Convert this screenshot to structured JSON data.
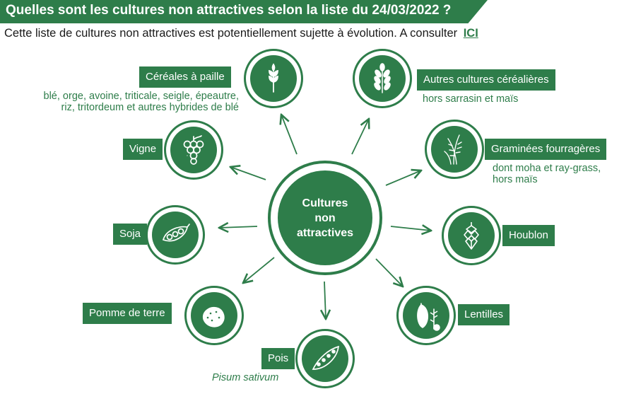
{
  "header": {
    "title": "Quelles sont les cultures non attractives selon la liste du 24/03/2022 ?",
    "subtitle": "Cette liste de cultures non attractives est potentiellement sujette à évolution. A consulter",
    "link_label": "ICI"
  },
  "center": {
    "line1": "Cultures",
    "line2": "non",
    "line3": "attractives"
  },
  "crops": {
    "cereales": {
      "label": "Céréales à paille",
      "detail1": "blé, orge, avoine, triticale, seigle, épeautre,",
      "detail2": "riz, tritordeum et autres hybrides de blé",
      "icon": "wheat-ear-icon"
    },
    "autres": {
      "label": "Autres cultures céréalières",
      "detail1": "hors sarrasin et maïs",
      "icon": "grain-icon"
    },
    "graminees": {
      "label": "Graminées fourragères",
      "detail1": "dont moha et ray-grass,",
      "detail2": "hors maïs",
      "icon": "grass-icon"
    },
    "vigne": {
      "label": "Vigne",
      "icon": "grapes-icon"
    },
    "houblon": {
      "label": "Houblon",
      "icon": "hop-icon"
    },
    "soja": {
      "label": "Soja",
      "icon": "soybean-pod-icon"
    },
    "lentilles": {
      "label": "Lentilles",
      "icon": "lentil-plant-icon"
    },
    "pomme": {
      "label": "Pomme de terre",
      "icon": "potato-icon"
    },
    "pois": {
      "label": "Pois",
      "detail1": "Pisum sativum",
      "icon": "pea-pod-icon"
    }
  },
  "colors": {
    "primary": "#2e7d4a",
    "text": "#1a1a1a",
    "background": "#ffffff"
  }
}
